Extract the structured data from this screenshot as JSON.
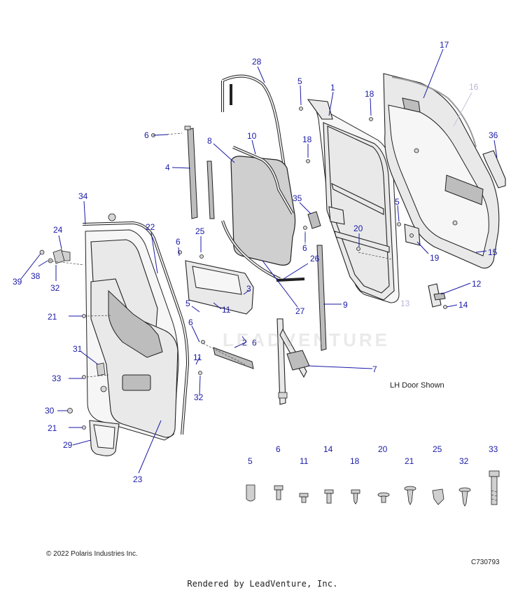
{
  "diagram": {
    "view_note": "LH Door Shown",
    "copyright": "© 2022 Polaris Industries Inc.",
    "diagram_code": "C730793",
    "footer": "Rendered by LeadVenture, Inc.",
    "watermark": "LEADVENTURE"
  },
  "callouts": {
    "c1": "1",
    "c2": "2",
    "c3": "3",
    "c4": "4",
    "c5a": "5",
    "c5b": "5",
    "c5c": "5",
    "c5leg": "5",
    "c6a": "6",
    "c6b": "6",
    "c6c": "6",
    "c6d": "6",
    "c6e": "6",
    "c6leg": "6",
    "c7": "7",
    "c8": "8",
    "c9": "9",
    "c10": "10",
    "c11a": "11",
    "c11b": "11",
    "c11leg": "11",
    "c12": "12",
    "c13": "13",
    "c14": "14",
    "c14leg": "14",
    "c15": "15",
    "c16": "16",
    "c17": "17",
    "c18a": "18",
    "c18b": "18",
    "c18leg": "18",
    "c19": "19",
    "c20": "20",
    "c20leg": "20",
    "c21a": "21",
    "c21b": "21",
    "c21leg": "21",
    "c22": "22",
    "c23": "23",
    "c24": "24",
    "c25": "25",
    "c25leg": "25",
    "c26": "26",
    "c27": "27",
    "c28": "28",
    "c29": "29",
    "c30": "30",
    "c31": "31",
    "c32a": "32",
    "c32b": "32",
    "c32leg": "32",
    "c33": "33",
    "c33leg": "33",
    "c34": "34",
    "c35": "35",
    "c36": "36",
    "c38": "38",
    "c39": "39"
  },
  "colors": {
    "callout": "#1a1aa6",
    "callout_faded": "#b7b7d8",
    "line_art": "#222222",
    "glass": "#cfcfcf"
  }
}
